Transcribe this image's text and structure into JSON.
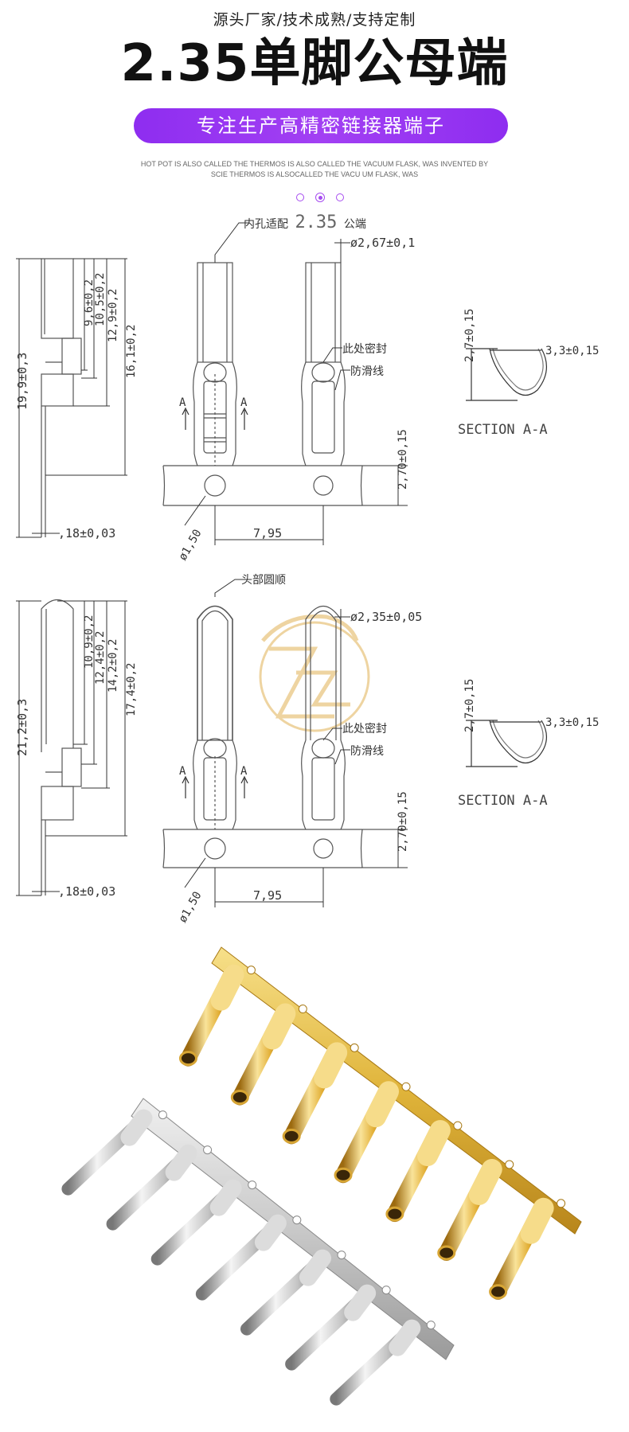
{
  "header": {
    "tagline": "源头厂家/技术成熟/支持定制",
    "title": "2.35单脚公母端",
    "pill": "专注生产高精密链接器端子",
    "subtext_line1": "HOT POT IS ALSO CALLED THE THERMOS IS ALSO CALLED THE VACUUM FLASK, WAS INVENTED BY",
    "subtext_line2": "SCIE THERMOS IS ALSOCALLED THE VACU UM FLASK, WAS",
    "accent_color": "#9a3cf2"
  },
  "drawing_female": {
    "dim_total": "19,9±0,3",
    "dims_side": [
      "9,6±0,2",
      "10,5±0,2",
      "12,9±0,2",
      "16,1±0,2"
    ],
    "thickness": ",18±0,03",
    "note_fit_prefix": "内孔适配",
    "note_fit_size": "2.35",
    "note_fit_suffix": "公端",
    "diameter": "ø2,67±0,1",
    "note_seal": "此处密封",
    "note_antislip": "防滑线",
    "dim_height": "2,70±0,15",
    "dim_pitch": "7,95",
    "dim_hole": "ø1,50",
    "section_label_a": "A",
    "section_height": "2,7±0,15",
    "section_width": "3,3±0,15",
    "section_title": "SECTION A-A"
  },
  "drawing_male": {
    "dim_total": "21,2±0,3",
    "dims_side": [
      "10,9±0,2",
      "12,4±0,2",
      "14,2±0,2",
      "17,4±0,2"
    ],
    "thickness": ",18±0,03",
    "note_head": "头部圆顺",
    "diameter": "ø2,35±0,05",
    "note_seal": "此处密封",
    "note_antislip": "防滑线",
    "dim_height": "2,70±0,15",
    "dim_pitch": "7,95",
    "dim_hole": "ø1,50",
    "section_label_a": "A",
    "section_height": "2,7±0,15",
    "section_width": "3,3±0,15",
    "section_title": "SECTION A-A"
  },
  "photo": {
    "gold_color": "#e0b43a",
    "silver_color": "#c9c9c9",
    "gold_pin_count": 7,
    "silver_pin_count": 7
  }
}
